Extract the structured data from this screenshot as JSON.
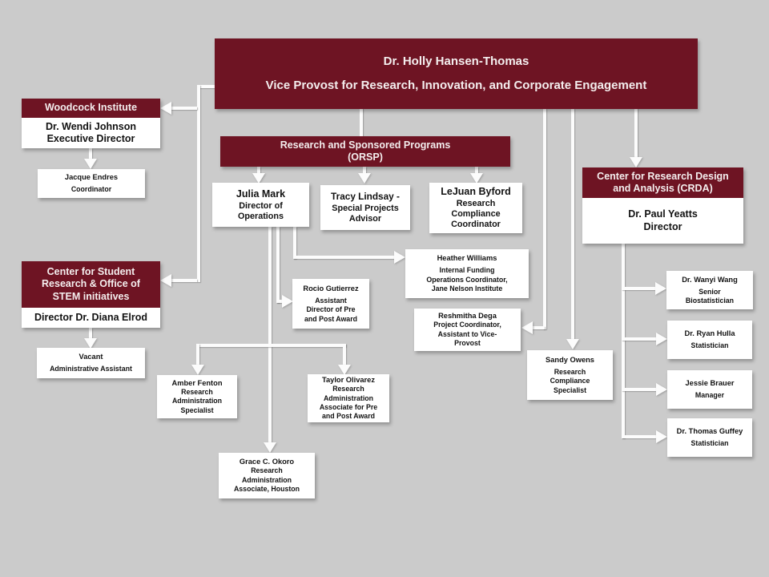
{
  "colors": {
    "maroon": "#6e1423",
    "background": "#cbcbcb",
    "connector": "#fcfcfc",
    "text": "#121212"
  },
  "org": {
    "vice_provost": {
      "name": "Dr. Holly Hansen-Thomas",
      "title": "Vice Provost for Research, Innovation, and Corporate Engagement"
    },
    "woodcock": {
      "unit": "Woodcock Institute",
      "lead": [
        "Dr. Wendi Johnson",
        "Executive Director"
      ]
    },
    "jacque": {
      "name": "Jacque Endres",
      "role": "Coordinator"
    },
    "orsp": {
      "unit": [
        "Research and Sponsored Programs",
        "(ORSP)"
      ]
    },
    "julia": {
      "name": "Julia Mark",
      "role": [
        "Director of",
        "Operations"
      ]
    },
    "tracy": {
      "name": "Tracy Lindsay -",
      "role": [
        "Special Projects",
        "Advisor"
      ]
    },
    "lejuan": {
      "name": "LeJuan Byford",
      "role": [
        "Research",
        "Compliance",
        "Coordinator"
      ]
    },
    "crda": {
      "unit": [
        "Center for Research Design",
        "and Analysis (CRDA)"
      ],
      "lead": [
        "Dr. Paul Yeatts",
        "Director"
      ]
    },
    "stem": {
      "unit": [
        "Center for Student",
        "Research & Office of",
        "STEM initiatives"
      ],
      "lead": "Director Dr. Diana Elrod"
    },
    "vacant": {
      "name": "Vacant",
      "role": "Administrative Assistant"
    },
    "rocio": {
      "name": "Rocio Gutierrez",
      "role": [
        "Assistant",
        "Director of Pre",
        "and Post Award"
      ]
    },
    "heather": {
      "name": "Heather Williams",
      "role": [
        "Internal Funding",
        "Operations Coordinator,",
        "Jane Nelson Institute"
      ]
    },
    "reshmitha": {
      "name": "Reshmitha Dega",
      "role": [
        "Project Coordinator,",
        "Assistant to Vice-",
        "Provost"
      ]
    },
    "sandy": {
      "name": "Sandy Owens",
      "role": [
        "Research",
        "Compliance",
        "Specialist"
      ]
    },
    "amber": {
      "name": "Amber Fenton",
      "role": [
        "Research",
        "Administration",
        "Specialist"
      ]
    },
    "taylor": {
      "name": "Taylor Olivarez",
      "role": [
        "Research",
        "Administration",
        "Associate for Pre",
        "and Post Award"
      ]
    },
    "grace": {
      "name": "Grace C. Okoro",
      "role": [
        "Research",
        "Administration",
        "Associate, Houston"
      ]
    },
    "wanyi": {
      "name": "Dr. Wanyi Wang",
      "role": [
        "Senior",
        "Biostatistician"
      ]
    },
    "ryan": {
      "name": "Dr. Ryan Hulla",
      "role": "Statistician"
    },
    "jessie": {
      "name": "Jessie Brauer",
      "role": "Manager"
    },
    "guffey": {
      "name": "Dr. Thomas Guffey",
      "role": "Statistician"
    }
  }
}
